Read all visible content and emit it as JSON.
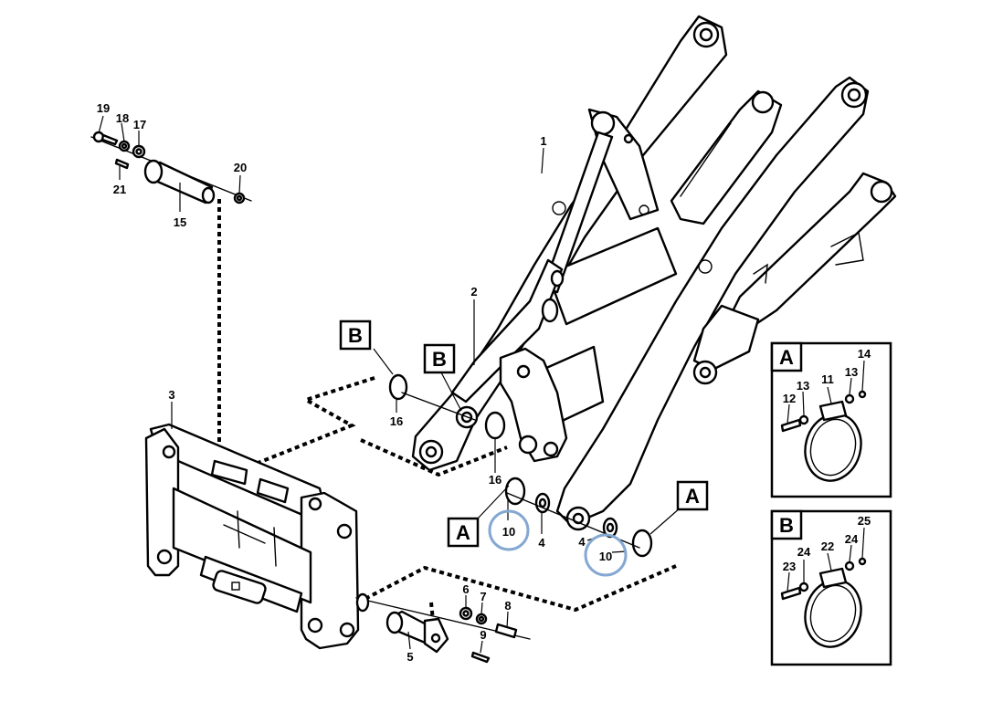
{
  "callouts": {
    "c1": "1",
    "c2": "2",
    "c3": "3",
    "c4a": "4",
    "c4b": "4",
    "c5": "5",
    "c6": "6",
    "c7": "7",
    "c8": "8",
    "c9": "9",
    "c10a": "10",
    "c10b": "10",
    "c15": "15",
    "c16a": "16",
    "c16b": "16",
    "c17": "17",
    "c18": "18",
    "c19": "19",
    "c20": "20",
    "c21": "21"
  },
  "view_labels": {
    "a_left": "A",
    "a_right": "A",
    "b_left": "B",
    "b_mid": "B"
  },
  "detail_a": {
    "label": "A",
    "c11": "11",
    "c12": "12",
    "c13a": "13",
    "c13b": "13",
    "c14": "14"
  },
  "detail_b": {
    "label": "B",
    "c22": "22",
    "c23": "23",
    "c24a": "24",
    "c24b": "24",
    "c25": "25"
  },
  "highlight_color": "#84a8d2"
}
